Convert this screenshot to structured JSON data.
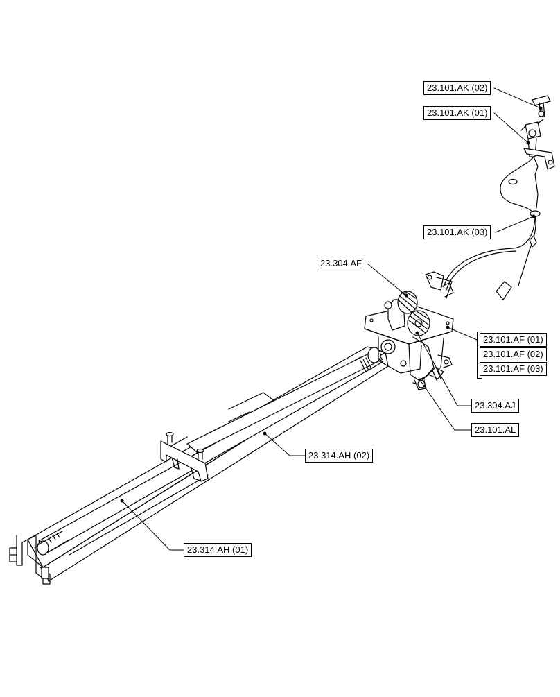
{
  "diagram": {
    "callouts": {
      "ak02": "23.101.AK (02)",
      "ak01": "23.101.AK (01)",
      "ak03": "23.101.AK (03)",
      "af_304": "23.304.AF",
      "af01": "23.101.AF (01)",
      "af02": "23.101.AF (02)",
      "af03": "23.101.AF (03)",
      "aj_304": "23.304.AJ",
      "al": "23.101.AL",
      "ah02": "23.314.AH (02)",
      "ah01": "23.314.AH (01)"
    }
  }
}
